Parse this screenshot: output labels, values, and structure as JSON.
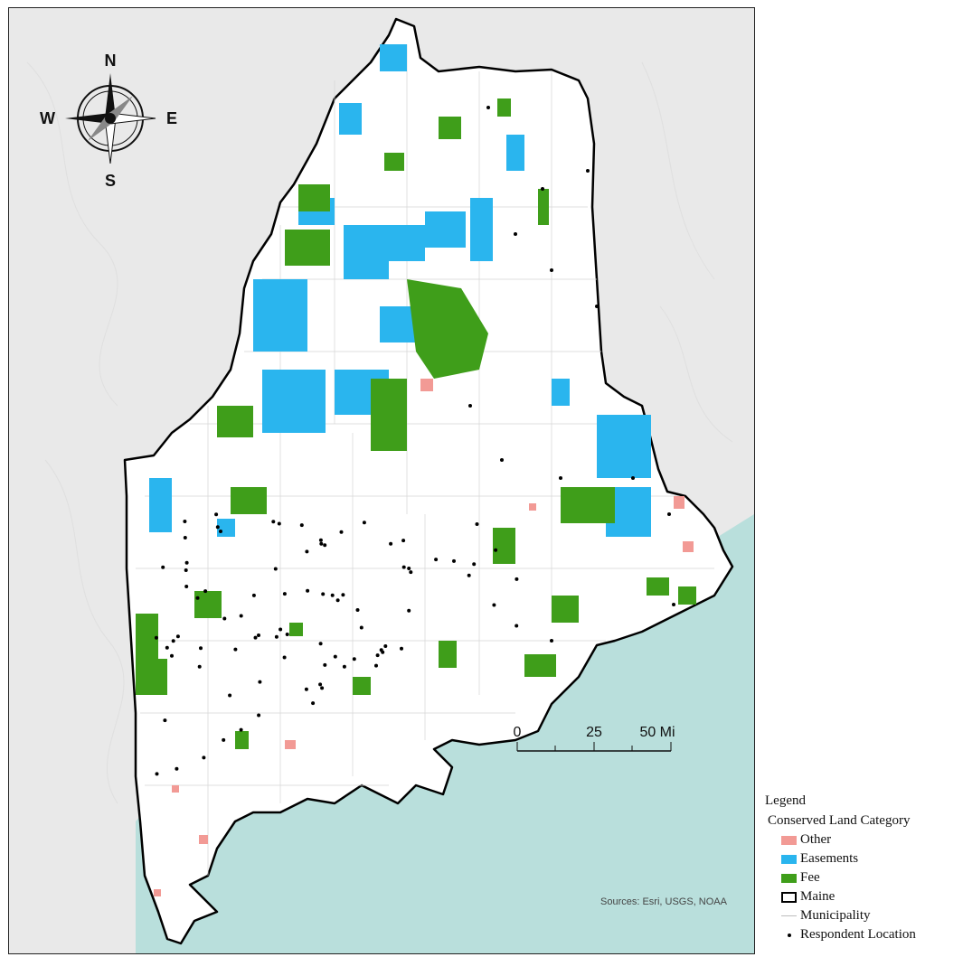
{
  "compass": {
    "north": "N",
    "south": "S",
    "east": "E",
    "west": "W"
  },
  "scale_bar": {
    "labels": [
      "0",
      "25",
      "50 Mi"
    ]
  },
  "sources": "Sources: Esri, USGS, NOAA",
  "legend": {
    "title": "Legend",
    "subtitle": "Conserved Land Category",
    "items": [
      {
        "label": "Other",
        "icon": "pink-swatch-icon",
        "color": "#f29a95"
      },
      {
        "label": "Easements",
        "icon": "cyan-swatch-icon",
        "color": "#2ab5ee"
      },
      {
        "label": "Fee",
        "icon": "green-swatch-icon",
        "color": "#3f9e1a"
      },
      {
        "label": "Maine",
        "icon": "state-outline-icon",
        "color": "#000000"
      },
      {
        "label": "Municipality",
        "icon": "municipality-line-icon",
        "color": "#bdbdbd"
      },
      {
        "label": "Respondent Location",
        "icon": "respondent-dot-icon",
        "color": "#000000"
      }
    ]
  },
  "colors": {
    "water": "#b9dfdc",
    "land_background": "#e9e9e9",
    "state_fill": "#ffffff",
    "other": "#f29a95",
    "easements": "#2ab5ee",
    "fee": "#3f9e1a"
  }
}
